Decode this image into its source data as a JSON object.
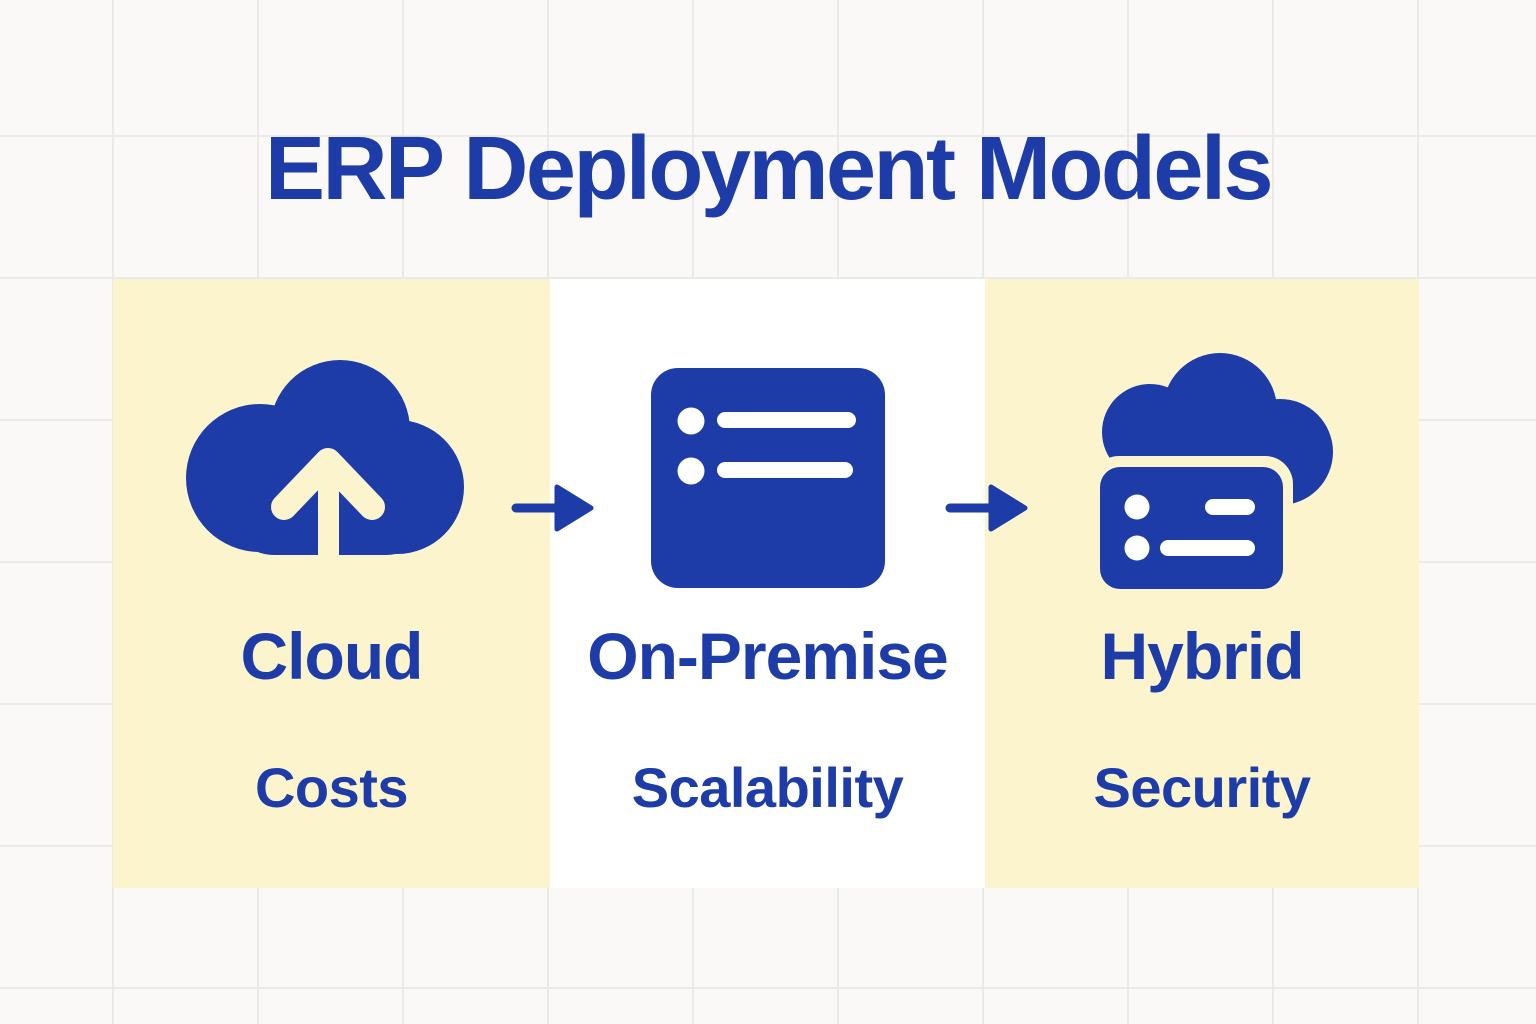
{
  "title": "ERP Deployment Models",
  "columns": [
    {
      "label": "Cloud",
      "sublabel": "Costs",
      "icon": "cloud-upload-icon",
      "panel_color": "#fcf4cc"
    },
    {
      "label": "On-Premise",
      "sublabel": "Scalability",
      "icon": "server-list-icon",
      "panel_color": "#ffffff"
    },
    {
      "label": "Hybrid",
      "sublabel": "Security",
      "icon": "cloud-server-icon",
      "panel_color": "#fcf4cc"
    }
  ],
  "arrows": [
    {
      "icon": "arrow-right-icon",
      "direction": "right"
    },
    {
      "icon": "arrow-right-icon",
      "direction": "right"
    }
  ],
  "colors": {
    "accent_blue": "#1d3ca8",
    "panel_yellow": "#fcf4cc",
    "panel_white": "#ffffff",
    "background": "#faf9f7",
    "grid_line": "#eaeae7",
    "icon_detail_white": "#ffffff"
  }
}
